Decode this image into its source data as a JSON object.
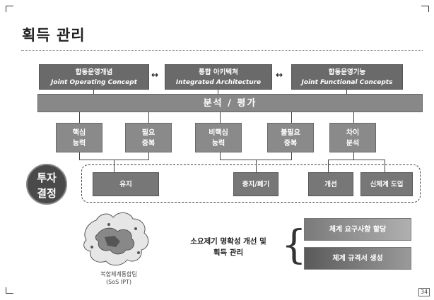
{
  "title": "획득 관리",
  "top_boxes": [
    {
      "ko": "합동운영개념",
      "en": "Joint Operating Concept"
    },
    {
      "ko": "통합 아키텍쳐",
      "en": "Integrated Architecture"
    },
    {
      "ko": "합동운영기능",
      "en": "Joint Functional Concepts"
    }
  ],
  "band_label": "분석 / 평가",
  "mid_boxes": [
    {
      "line1": "핵심",
      "line2": "능력"
    },
    {
      "line1": "필요",
      "line2": "중복"
    },
    {
      "line1": "비핵심",
      "line2": "능력"
    },
    {
      "line1": "불필요",
      "line2": "중복"
    },
    {
      "line1": "차이",
      "line2": "분석"
    }
  ],
  "decision": {
    "line1": "투자",
    "line2": "결정"
  },
  "decision_boxes": [
    "유지",
    "중지/폐기",
    "개선",
    "신체계 도입"
  ],
  "center_text": {
    "line1": "소요제기 명확성 개선 및",
    "line2": "획득 관리"
  },
  "right_boxes": [
    "체계 요구사항 할당",
    "체계 규격서 생성"
  ],
  "map_label": {
    "line1": "복합체계통합팀",
    "line2": "(SoS IPT)"
  },
  "page_number": "34"
}
